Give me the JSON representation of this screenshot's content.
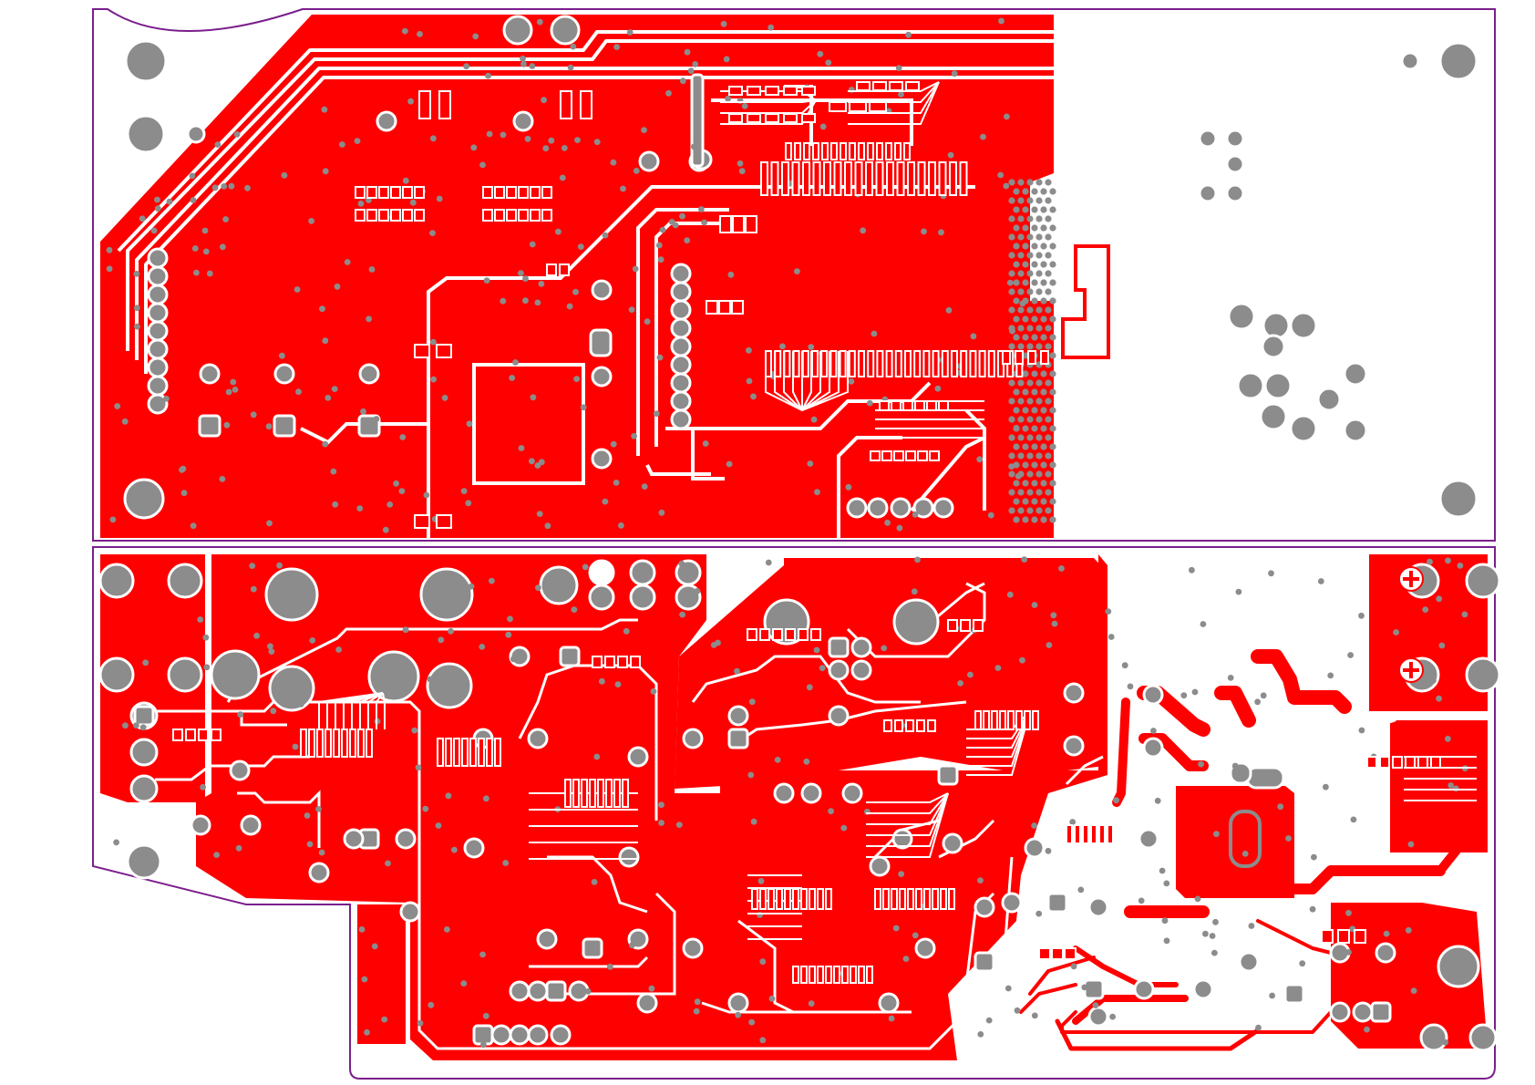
{
  "colors": {
    "background": "#ffffff",
    "copper": "#ff0000",
    "pad": "#8c8c8c",
    "outline": "#7a1f8c",
    "trace_gap": "#ffffff"
  },
  "layer": "top-copper",
  "boards": [
    "upper-board",
    "lower-board"
  ]
}
